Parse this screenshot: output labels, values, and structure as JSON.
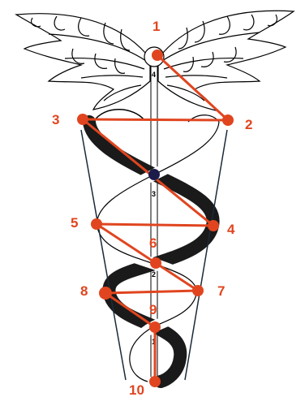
{
  "diagram": {
    "accent_color": "#e0451f",
    "center_dot_color": "#1c1c4a",
    "outline_color": "#000000",
    "point_labels": [
      "1",
      "2",
      "3",
      "4",
      "5",
      "6",
      "7",
      "8",
      "9",
      "10"
    ],
    "staff_numbers": [
      "4",
      "3",
      "2",
      "1"
    ],
    "icons": [
      "wing-left-icon",
      "wing-right-icon",
      "staff-icon",
      "serpent-left-icon",
      "serpent-right-icon"
    ]
  }
}
